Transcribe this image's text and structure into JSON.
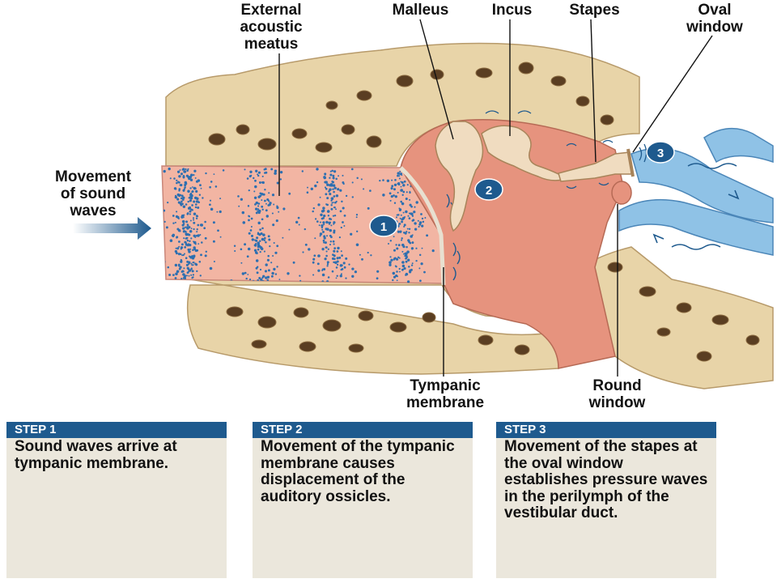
{
  "labels": {
    "external_acoustic_meatus": "External\nacoustic\nmeatus",
    "malleus": "Malleus",
    "incus": "Incus",
    "stapes": "Stapes",
    "oval_window": "Oval\nwindow",
    "movement_of_sound_waves": "Movement\nof sound\nwaves",
    "tympanic_membrane": "Tympanic\nmembrane",
    "round_window": "Round\nwindow"
  },
  "markers": [
    "1",
    "2",
    "3"
  ],
  "steps": [
    {
      "title": "STEP 1",
      "text": "Sound waves arrive at tympanic membrane."
    },
    {
      "title": "STEP 2",
      "text": "Movement of the tympanic membrane causes displacement of the auditory ossicles."
    },
    {
      "title": "STEP 3",
      "text": "Movement of the stapes at the oval window establishes pressure waves in the perilymph of the vestibular duct."
    }
  ],
  "colors": {
    "step_header": "#1e5a8e",
    "step_panel": "#ebe7dc",
    "marker_fill": "#1e5a8e",
    "bone": "#e8d4a8",
    "canal": "#f2b5a3",
    "middle_ear": "#e6937e",
    "perilymph": "#8fc2e6",
    "sound_dots": "#2d6fb0"
  }
}
